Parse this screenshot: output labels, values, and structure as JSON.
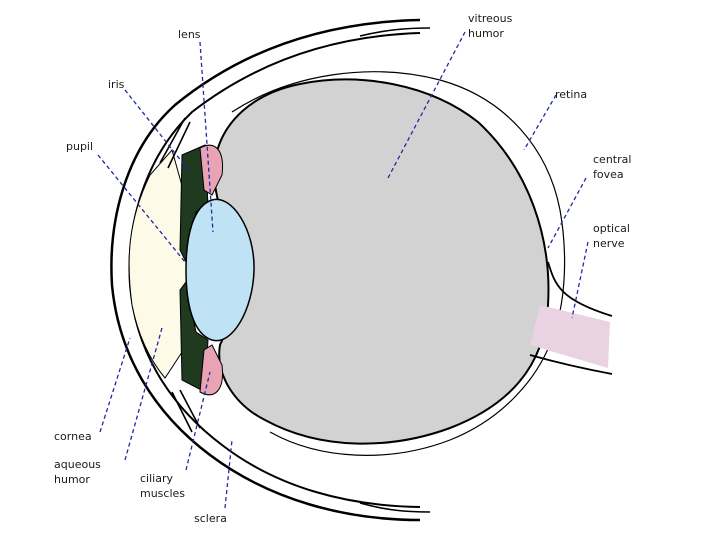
{
  "diagram": {
    "labels": {
      "lens": "lens",
      "vitreous_humor": [
        "vitreous",
        "humor"
      ],
      "iris": "iris",
      "retina": "retina",
      "pupil": "pupil",
      "central_fovea": [
        "central",
        "fovea"
      ],
      "optical_nerve": [
        "optical",
        "nerve"
      ],
      "cornea": "cornea",
      "aqueous_humor": [
        "aqueous",
        "humor"
      ],
      "ciliary_muscles": [
        "ciliary",
        "muscles"
      ],
      "sclera": "sclera"
    },
    "colors": {
      "vitreous": "#d2d2d2",
      "lens": "#bfe3f5",
      "iris": "#1f3a1f",
      "ciliary": "#e8a4b4",
      "aqueous": "#fdfbe8",
      "optic_nerve": "#e9d3e2",
      "leader": "#1f2a9c",
      "outline": "#000000"
    }
  }
}
